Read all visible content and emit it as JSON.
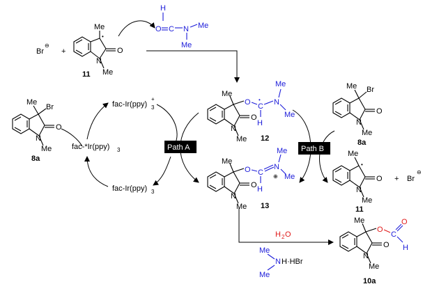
{
  "labels": {
    "br_minus_top": "Br",
    "plus_top": "+",
    "compound_11": "11",
    "compound_12": "12",
    "compound_13": "13",
    "compound_8a_left": "8a",
    "compound_8a_right": "8a",
    "compound_11_right": "11",
    "compound_10a": "10a",
    "fac_ir_plus": "fac-Ir(ppy)",
    "fac_ir_plus_sub": "3",
    "fac_ir_plus_sup": "+",
    "fac_ir_excited": "fac-*Ir(ppy)",
    "fac_ir_excited_sub": "3",
    "fac_ir_ground": "fac-Ir(ppy)",
    "fac_ir_ground_sub": "3",
    "path_a": "Path A",
    "path_b": "Path B",
    "water": "H",
    "water_sub": "2",
    "water_o": "O",
    "plus_right": "+",
    "br_minus_right": "Br",
    "amine_salt": "H·HBr",
    "atom_me": "Me",
    "atom_n": "N",
    "atom_o": "O",
    "atom_h": "H",
    "atom_c": "C",
    "atom_br": "Br",
    "charge_minus": "⊖",
    "charge_plus": "⊕"
  },
  "colors": {
    "reagent_blue": "#1c1cd9",
    "water_red": "#e01a1a",
    "path_label_bg": "#000000"
  }
}
